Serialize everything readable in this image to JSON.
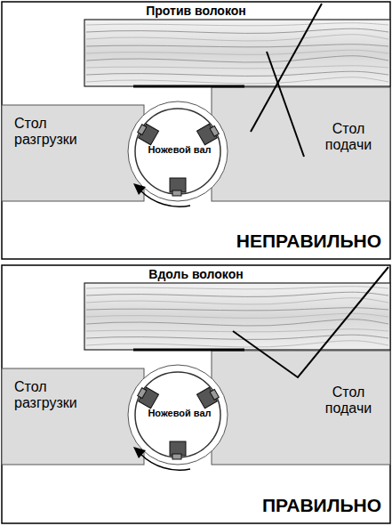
{
  "diagram": {
    "nodes": [
      {
        "text": [
          "Против волокон",
          "НЕПРАВИЛЬНО"
        ]
      },
      {
        "text": [
          "Стол разгрузки"
        ],
        "in": 0
      },
      {
        "text": [
          "Ножевой вал"
        ],
        "in": 0
      },
      {
        "text": [
          "Стол подачи"
        ],
        "in": 0
      },
      {
        "text": [
          "Вдоль волокон",
          "ПРАВИЛЬНО"
        ]
      },
      {
        "text": [
          "Стол разгрузки"
        ],
        "in": 4
      },
      {
        "text": [
          "Ножевой вал"
        ],
        "in": 4
      },
      {
        "text": [
          "Стол подачи"
        ],
        "in": 4
      }
    ]
  }
}
